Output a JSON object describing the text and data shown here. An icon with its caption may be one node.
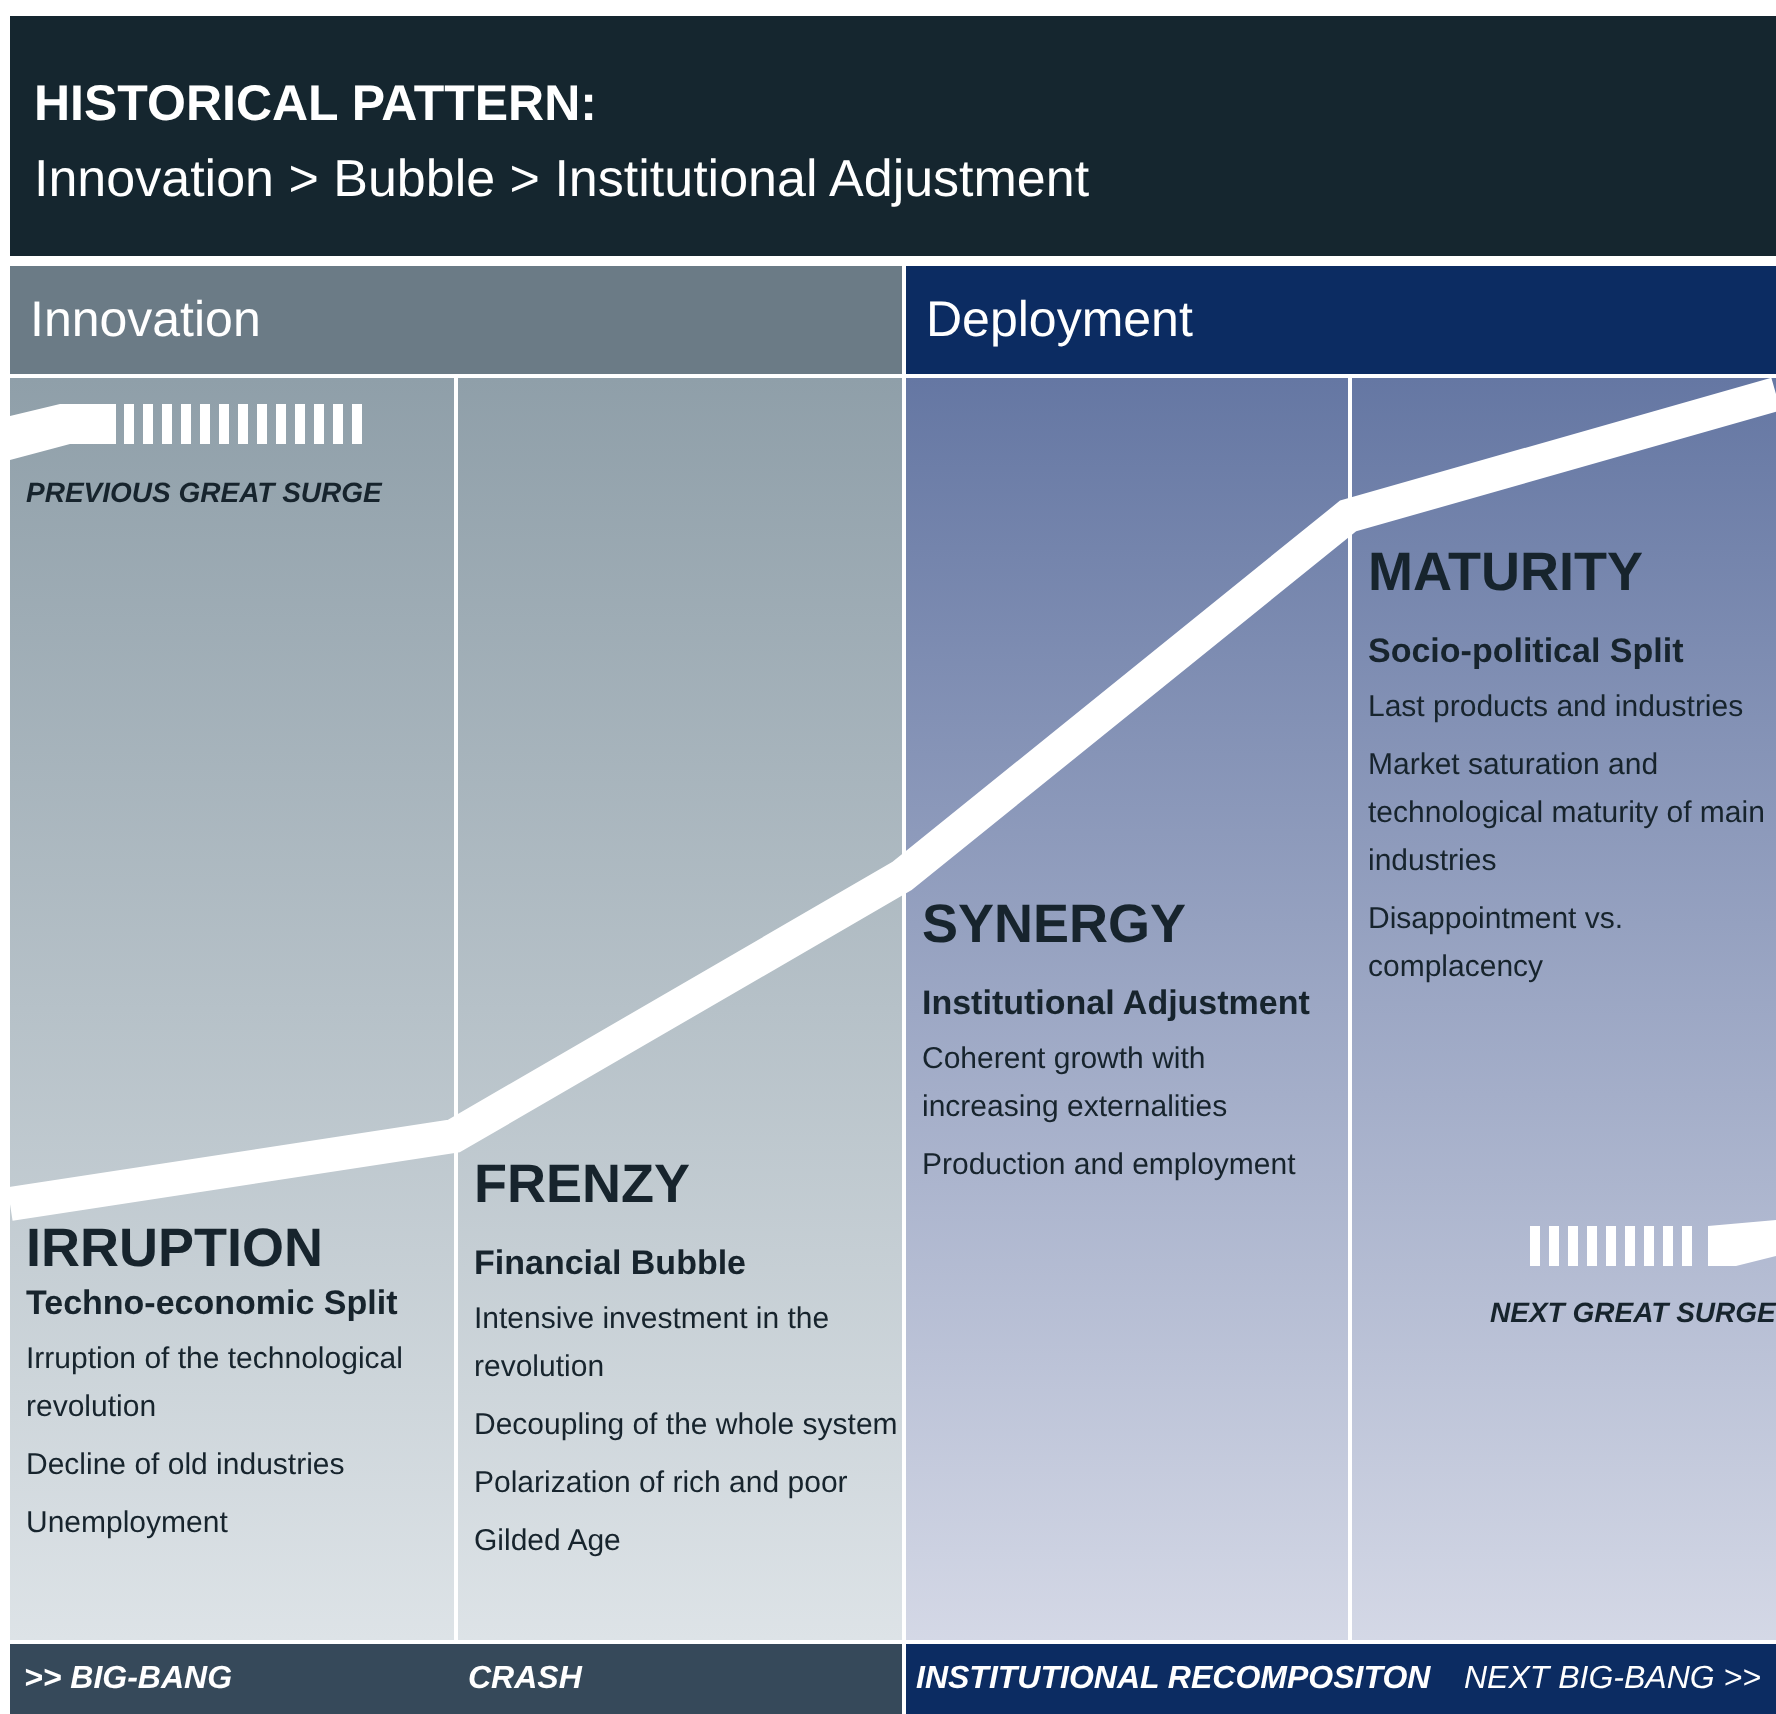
{
  "diagram": {
    "title": "HISTORICAL PATTERN:",
    "nodes": [
      {
        "text": [
          "Innovation"
        ]
      },
      {
        "text": [
          "Deployment"
        ]
      },
      {
        "text": [
          "IRRUPTION",
          "Techno-economic Split",
          "Irruption of the technological revolution",
          "Decline of old industries",
          "Unemployment"
        ]
      },
      {
        "text": [
          "FRENZY",
          "Financial Bubble",
          "Intensive investment in the revolution",
          "Decoupling of the whole system",
          "Polarization of rich and poor",
          "Gilded Age"
        ]
      },
      {
        "text": [
          "SYNERGY",
          "Institutional Adjustment",
          "Coherent growth with increasing externalities",
          "Production and employment"
        ]
      },
      {
        "text": [
          "MATURITY",
          "Socio-political Split",
          "Last products and industries",
          "Market saturation and technological maturity of main industries",
          "Disappointment vs. complacency"
        ]
      }
    ],
    "labels": [
      "Innovation > Bubble > Institutional Adjustment",
      "PREVIOUS GREAT SURGE",
      "NEXT GREAT SURGE",
      ">> BIG-BANG",
      "CRASH",
      "INSTITUTIONAL RECOMPOSITON",
      "NEXT BIG-BANG >>"
    ]
  }
}
